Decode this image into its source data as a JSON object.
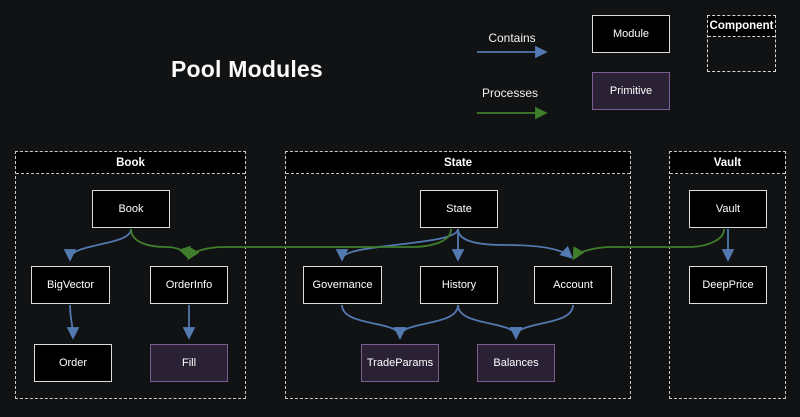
{
  "title": "Pool Modules",
  "legend": {
    "contains_label": "Contains",
    "processes_label": "Processes",
    "module_label": "Module",
    "primitive_label": "Primitive",
    "component_label": "Component"
  },
  "containers": {
    "book": "Book",
    "state": "State",
    "vault": "Vault"
  },
  "nodes": {
    "book": "Book",
    "bigvector": "BigVector",
    "orderinfo": "OrderInfo",
    "order": "Order",
    "fill": "Fill",
    "state": "State",
    "governance": "Governance",
    "history": "History",
    "account": "Account",
    "tradeparams": "TradeParams",
    "balances": "Balances",
    "vault": "Vault",
    "deepprice": "DeepPrice"
  },
  "edges": {
    "contains": [
      {
        "from": "Book",
        "to": "BigVector"
      },
      {
        "from": "BigVector",
        "to": "Order"
      },
      {
        "from": "OrderInfo",
        "to": "Fill"
      },
      {
        "from": "State",
        "to": "Governance"
      },
      {
        "from": "State",
        "to": "History"
      },
      {
        "from": "State",
        "to": "Account"
      },
      {
        "from": "Governance",
        "to": "TradeParams"
      },
      {
        "from": "History",
        "to": "TradeParams"
      },
      {
        "from": "History",
        "to": "Balances"
      },
      {
        "from": "Account",
        "to": "Balances"
      },
      {
        "from": "Vault",
        "to": "DeepPrice"
      }
    ],
    "processes": [
      {
        "from": "Book",
        "to": "OrderInfo"
      },
      {
        "from": "State",
        "to": "OrderInfo"
      },
      {
        "from": "Vault",
        "to": "Account"
      }
    ]
  },
  "colors": {
    "background": "#111214",
    "contains_blue": "#5279b0",
    "processes_green": "#3f7e2b",
    "module_fill": "#000000",
    "module_border": "#dcdcdc",
    "primitive_fill": "#2b2134",
    "primitive_border": "#7b5f93",
    "dashed_border": "#c9c9c9",
    "text": "#ffffff"
  }
}
